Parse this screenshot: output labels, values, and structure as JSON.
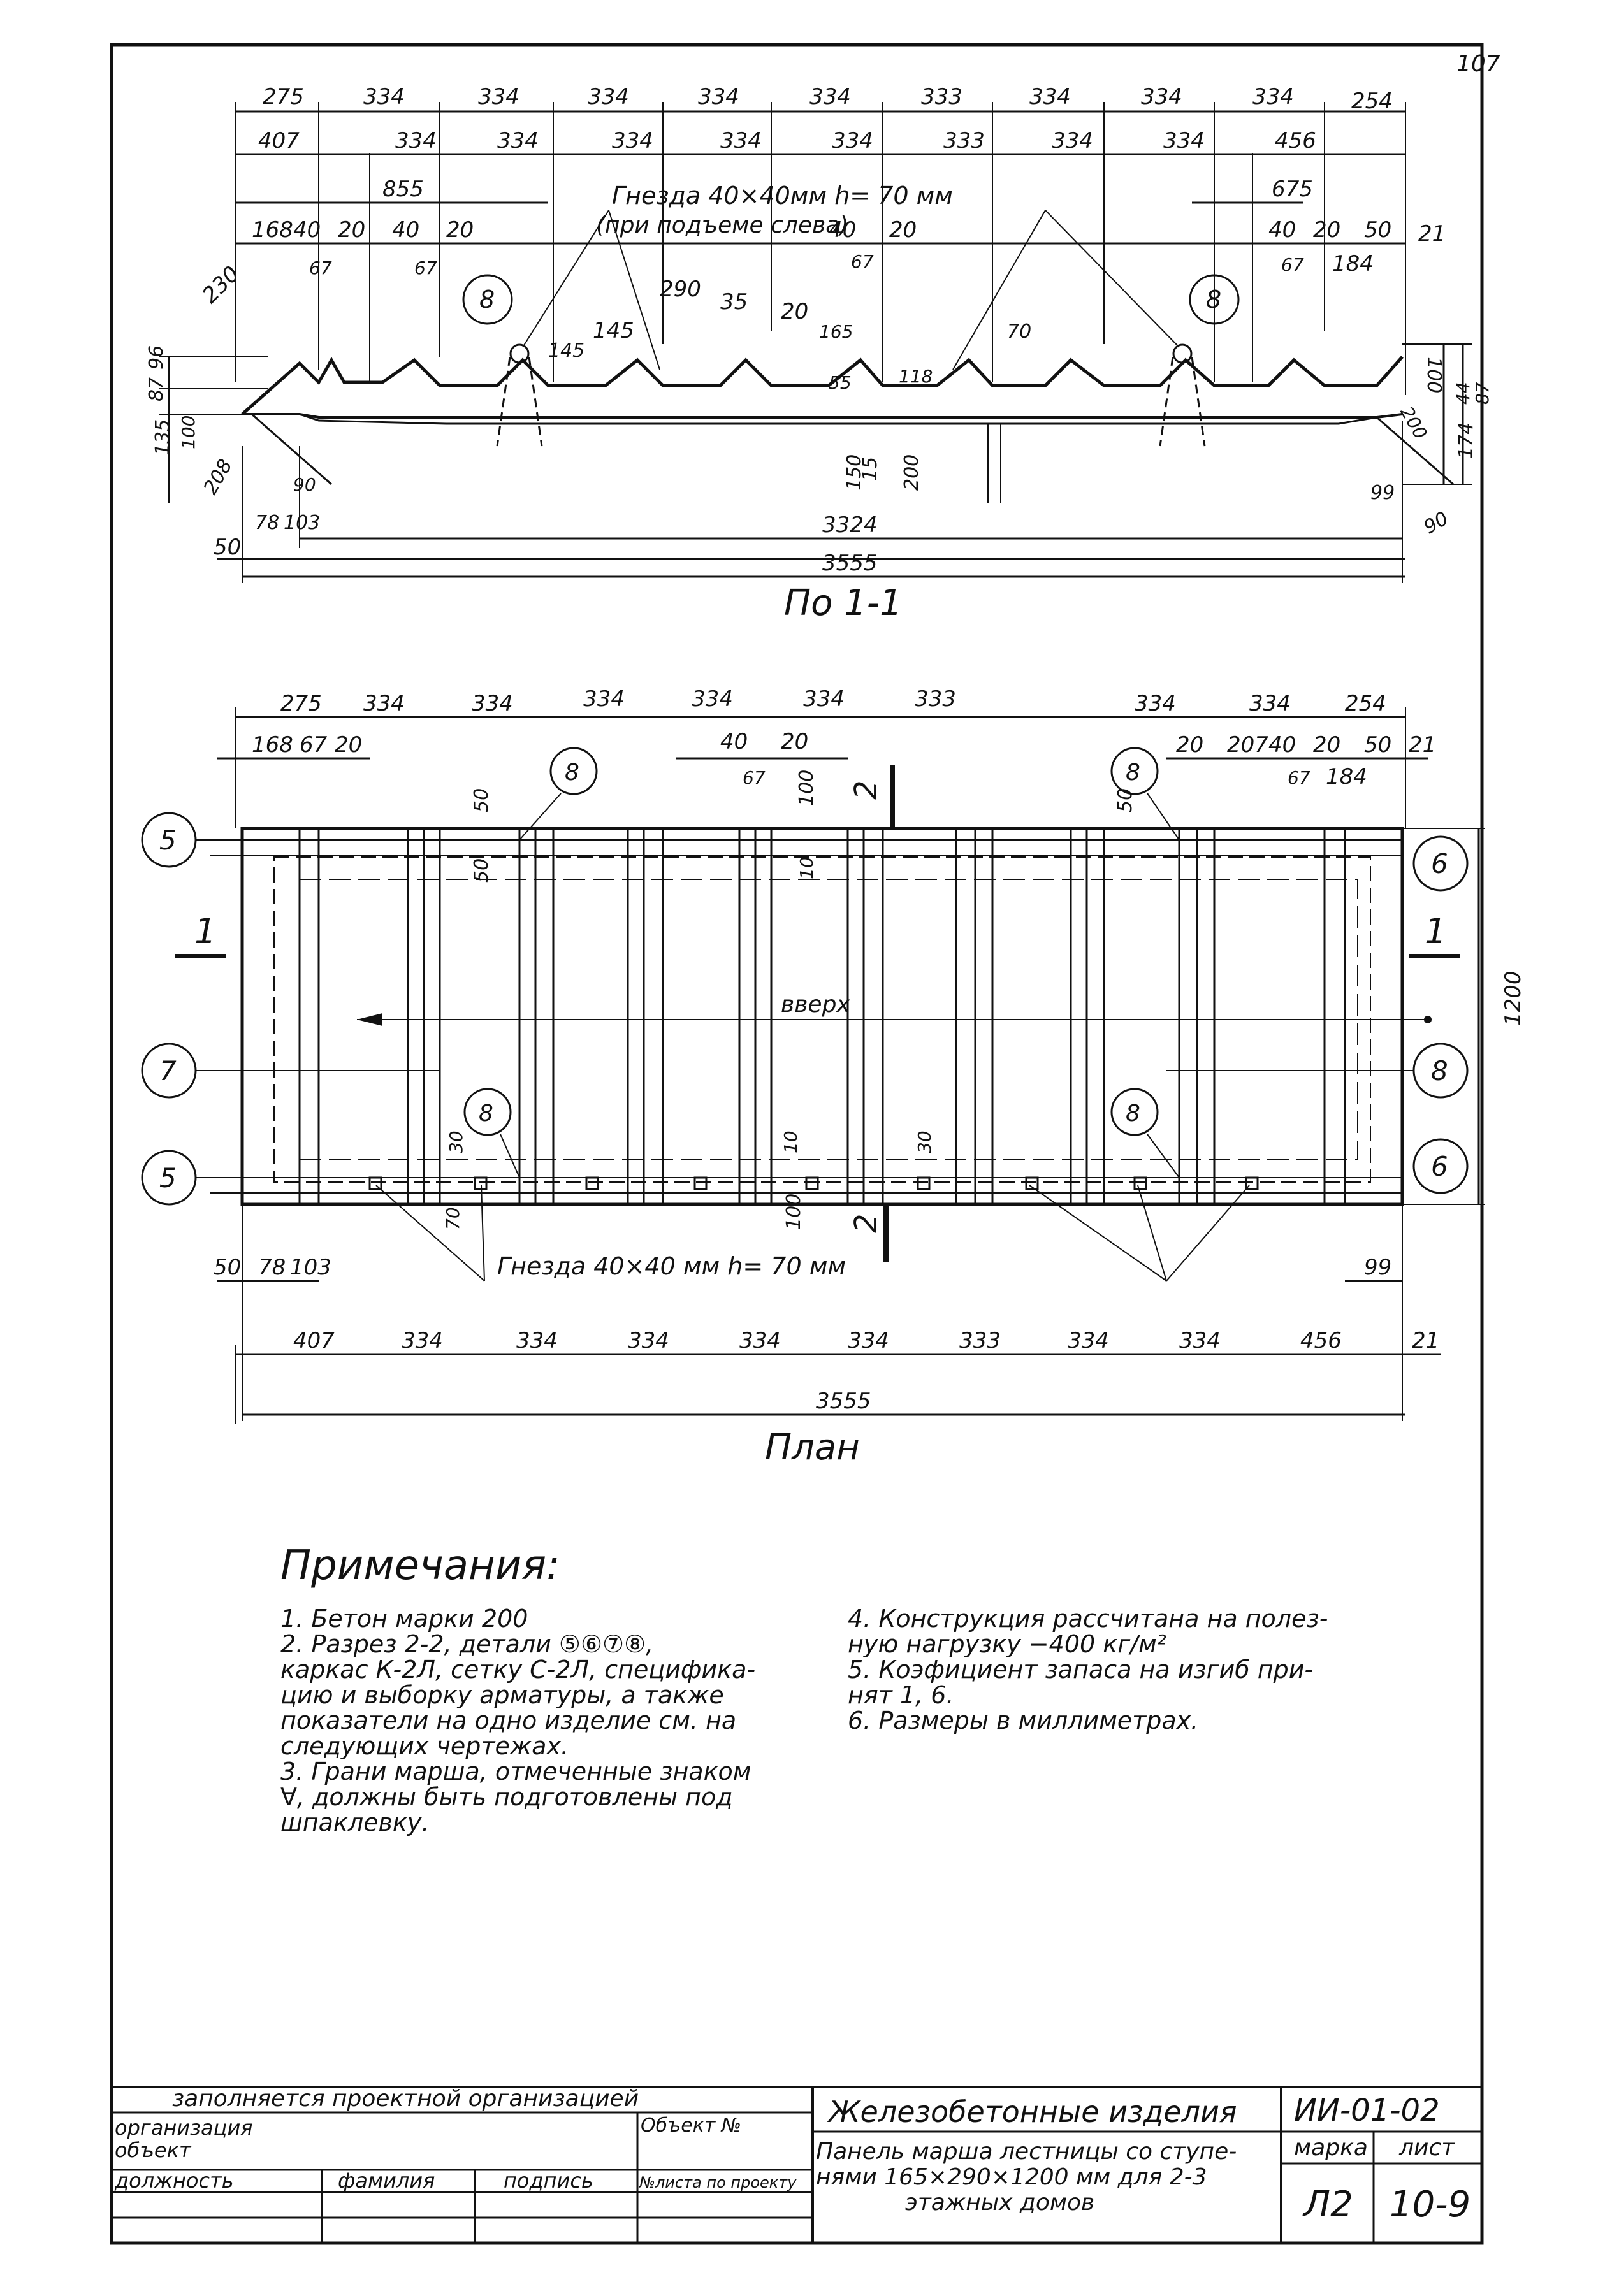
{
  "sheet_number": "107",
  "section_view": {
    "title": "По 1-1",
    "dims_row1": [
      "275",
      "334",
      "334",
      "334",
      "334",
      "334",
      "333",
      "334",
      "334",
      "334",
      "254"
    ],
    "dims_row2": [
      "407",
      "334",
      "334",
      "334",
      "334",
      "334",
      "333",
      "334",
      "334",
      "456"
    ],
    "dim_855": "855",
    "dim_675": "675",
    "sockets_note_line1": "Гнезда 40×40мм  h= 70 мм",
    "sockets_note_line2": "(при подъеме слева)",
    "left_small": [
      "168",
      "40",
      "20",
      "40",
      "20"
    ],
    "left_67a": "67",
    "left_67b": "67",
    "mid_40": "40",
    "mid_20": "20",
    "mid_67": "67",
    "right_small": [
      "40",
      "20",
      "50",
      "21"
    ],
    "right_67": "67",
    "right_184": "184",
    "step_230": "230",
    "step_145a": "145",
    "step_145b": "145",
    "step_290": "290",
    "step_35": "35",
    "step_20": "20",
    "step_165": "165",
    "step_70": "70",
    "step_118": "118",
    "step_55": "55",
    "left_vert": [
      "135",
      "87",
      "96"
    ],
    "left_100": "100",
    "left_208": "208",
    "left_90": "90",
    "left_78": "78",
    "left_103": "103",
    "bottom_150": "150",
    "bottom_15": "15",
    "bottom_200": "200",
    "right_vert": [
      "100",
      "200",
      "174",
      "44",
      "87"
    ],
    "right_99": "99",
    "right_90": "90",
    "length_3324": "3324",
    "length_50": "50",
    "length_3555": "3555",
    "callout": "8"
  },
  "plan_view": {
    "title": "План",
    "dims_row1": [
      "275",
      "334",
      "334",
      "334",
      "334",
      "334",
      "333",
      "334",
      "334",
      "254"
    ],
    "top_small_left": [
      "168",
      "67",
      "20"
    ],
    "top_small_mid": [
      "40",
      "20",
      "67"
    ],
    "top_small_right": [
      "20",
      "207",
      "40",
      "20",
      "50",
      "21",
      "67",
      "184"
    ],
    "label_up": "вверх",
    "section_mark": "1",
    "section2_mark": "2",
    "dim_1200": "1200",
    "dim_50a": "50",
    "dim_50b": "50",
    "dim_50c": "50",
    "dim_100a": "100",
    "dim_10a": "10",
    "dim_30a": "30",
    "dim_30b": "30",
    "dim_10b": "10",
    "dim_70": "70",
    "dim_100b": "100",
    "sockets_note": "Гнезда  40×40  мм   h= 70 мм",
    "bottom_left": [
      "50",
      "78",
      "103"
    ],
    "bottom_99": "99",
    "dims_row_bottom": [
      "407",
      "334",
      "334",
      "334",
      "334",
      "334",
      "333",
      "334",
      "334",
      "456",
      "21"
    ],
    "total": "3555",
    "callouts_left": [
      "5",
      "7",
      "5"
    ],
    "callouts_right": [
      "6",
      "8",
      "6"
    ],
    "callouts_inner": [
      "8",
      "8",
      "8",
      "8"
    ]
  },
  "notes": {
    "title": "Примечания:",
    "col1": [
      "1. Бетон марки 200",
      "2. Разрез 2-2, детали ⑤⑥⑦⑧,",
      "каркас К-2Л, сетку С-2Л, специфика-",
      "цию и выборку арматуры, а также",
      "показатели на одно изделие см. на",
      "следующих чертежах.",
      "3. Грани марша, отмеченные знаком",
      "∀, должны быть подготовлены под",
      "шпаклевку."
    ],
    "col2": [
      "4. Конструкция рассчитана на полез-",
      "ную нагрузку −400 кг/м²",
      "5. Коэфициент запаса на изгиб при-",
      "нят 1, 6.",
      "6. Размеры в миллиметрах."
    ]
  },
  "title_block": {
    "filled_by": "заполняется проектной организацией",
    "org": "организация",
    "object": "объект",
    "object_no": "Объект №",
    "position": "должность",
    "surname": "фамилия",
    "signature": "подпись",
    "sheet_by_project": "№листа по проекту",
    "category": "Железобетонные изделия",
    "series": "ИИ-01-02",
    "description_line1": "Панель марша лестницы со ступе-",
    "description_line2": "нями 165×290×1200 мм  для 2-3",
    "description_line3": "этажных домов",
    "mark_label": "марка",
    "sheet_label": "лист",
    "mark": "Л2",
    "sheet": "10-9"
  }
}
